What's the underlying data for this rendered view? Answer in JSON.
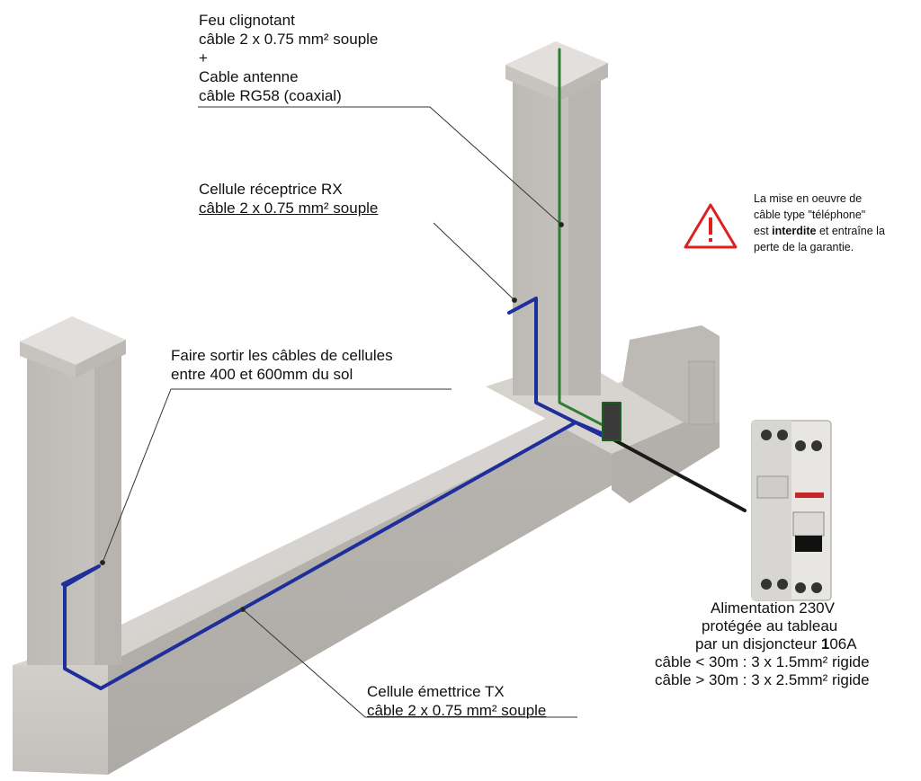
{
  "labels": {
    "flasher": {
      "line1": "Feu clignotant",
      "line2": "câble 2 x 0.75 mm² souple",
      "plus": "+",
      "line3": "Cable antenne",
      "line4": "câble RG58 (coaxial)"
    },
    "rx": {
      "title": "Cellule réceptrice RX",
      "cable": "câble 2 x 0.75 mm² souple"
    },
    "exit": {
      "line1": "Faire sortir les câbles de cellules",
      "line2": "entre 400 et 600mm du sol"
    },
    "tx": {
      "title": "Cellule émettrice TX",
      "cable": "câble 2 x 0.75 mm² souple"
    },
    "warning": {
      "line1": "La mise en oeuvre de",
      "line2": "câble type \"téléphone\"",
      "line3_pre": "est ",
      "line3_bold": "interdite",
      "line3_post": " et entraîne la",
      "line4": "perte de la garantie."
    },
    "power": {
      "line1": "Alimentation 230V",
      "line2": "protégée au tableau",
      "line3_pre": "par un disjoncteur ",
      "line3_bold": "1",
      "line3_post": "06A",
      "line4": "câble < 30m :  3 x 1.5mm² rigide",
      "line5": "câble > 30m :  3 x 2.5mm² rigide"
    }
  },
  "icons": {
    "warning": "warning-triangle-icon",
    "breaker": "circuit-breaker-icon"
  },
  "colors": {
    "cell_cable": "#1f2f9a",
    "flasher_cable": "#2e7d32",
    "power_cable": "#1a1a1a",
    "warning": "#e02020",
    "concrete": "#c9c6c2"
  }
}
